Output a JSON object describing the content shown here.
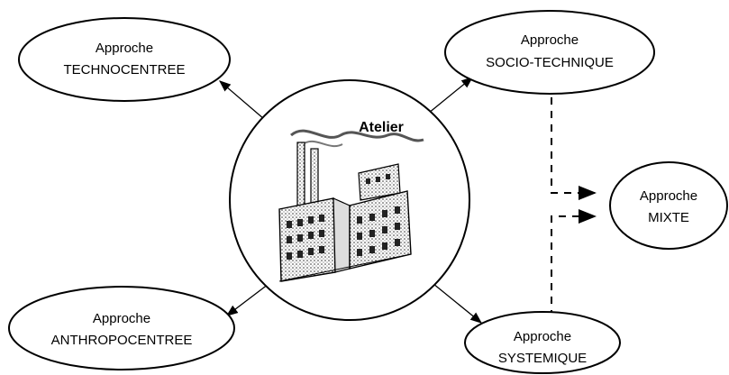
{
  "diagram": {
    "center": {
      "label": "Atelier",
      "icon": "factory-icon"
    },
    "nodes": {
      "technocentree": {
        "line1": "Approche",
        "line2": "TECHNOCENTREE"
      },
      "socio_technique": {
        "line1": "Approche",
        "line2": "SOCIO-TECHNIQUE"
      },
      "mixte": {
        "line1": "Approche",
        "line2": "MIXTE"
      },
      "anthropocentree": {
        "line1": "Approche",
        "line2": "ANTHROPOCENTREE"
      },
      "systemique": {
        "line1": "Approche",
        "line2": "SYSTEMIQUE"
      }
    },
    "colors": {
      "stroke": "#000000",
      "background": "#ffffff"
    }
  }
}
